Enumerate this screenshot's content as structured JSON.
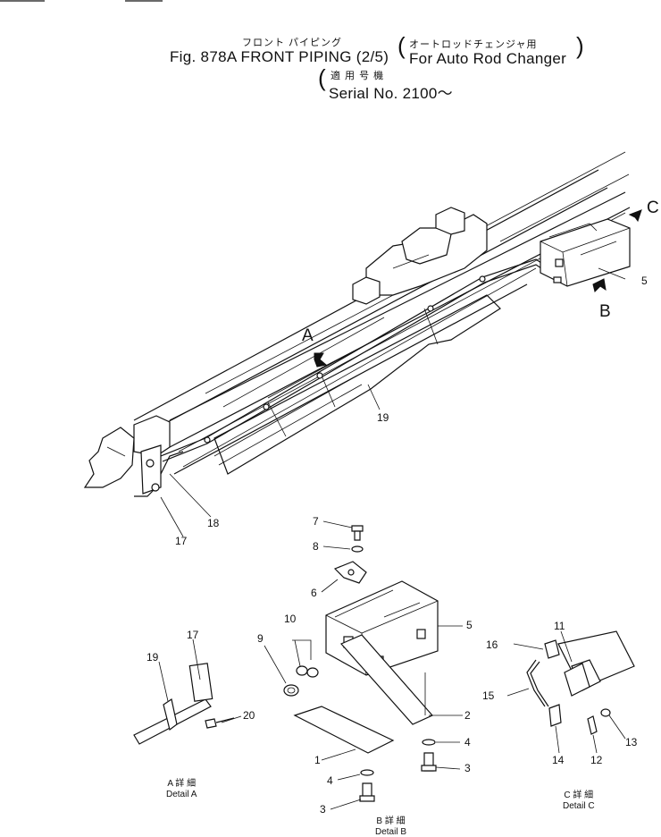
{
  "header": {
    "title_jp": "フロント パイピング",
    "title": "Fig. 878A FRONT PIPING (2/5)",
    "variant_jp": "オートロッドチェンジャ用",
    "variant": "For Auto Rod Changer",
    "serial_jp": "適 用 号 機",
    "serial": "Serial No. 2100～"
  },
  "callouts": {
    "A": "A",
    "B": "B",
    "C": "C"
  },
  "parts": {
    "p1": "1",
    "p2": "2",
    "p3a": "3",
    "p3b": "3",
    "p4a": "4",
    "p4b": "4",
    "p5a": "5",
    "p5b": "5",
    "p6": "6",
    "p7": "7",
    "p8": "8",
    "p9": "9",
    "p10": "10",
    "p11": "11",
    "p12": "12",
    "p13": "13",
    "p14": "14",
    "p15": "15",
    "p16": "16",
    "p17a": "17",
    "p17b": "17",
    "p18": "18",
    "p19a": "19",
    "p19b": "19",
    "p20": "20"
  },
  "details": {
    "a_jp": "A 詳 細",
    "a": "Detail A",
    "b_jp": "B 詳 細",
    "b": "Detail B",
    "c_jp": "C 詳 細",
    "c": "Detail C"
  }
}
